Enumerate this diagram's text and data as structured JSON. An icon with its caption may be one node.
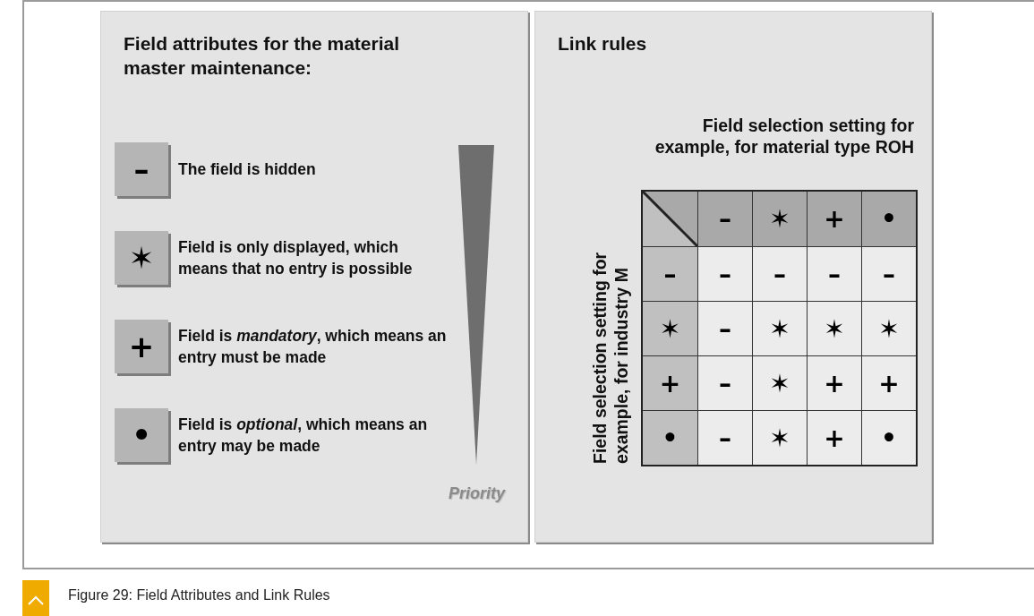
{
  "diagram": {
    "caption": "Figure 29: Field Attributes and Link Rules",
    "nodes": [
      {
        "text": [
          "Field attributes for the material master maintenance:"
        ]
      },
      {
        "text": [
          "Link rules"
        ]
      },
      {
        "text": [
          "–"
        ],
        "beside": [
          "The field is hidden"
        ],
        "in": 0
      },
      {
        "text": [
          "✶"
        ],
        "beside": [
          "Field is only displayed, which means that no entry is possible"
        ],
        "in": 0
      },
      {
        "text": [
          "+"
        ],
        "beside": [
          "Field is *mandatory*, which means an entry must be made"
        ],
        "in": 0
      },
      {
        "text": [
          "•"
        ],
        "beside": [
          "Field is *optional*, which means an entry may be made"
        ],
        "in": 0
      },
      {
        "text": [],
        "shape": "triangle",
        "in": 0
      }
    ],
    "labels": [
      "Priority",
      "Field selection setting for example, for material type ROH",
      "Field selection setting for example, for industry M",
      "–",
      "✶",
      "+",
      "•",
      "–",
      "–",
      "–",
      "–",
      "–",
      "✶",
      "–",
      "✶",
      "✶",
      "✶",
      "+",
      "–",
      "✶",
      "+",
      "+",
      "•",
      "–",
      "✶",
      "+",
      "•"
    ]
  }
}
